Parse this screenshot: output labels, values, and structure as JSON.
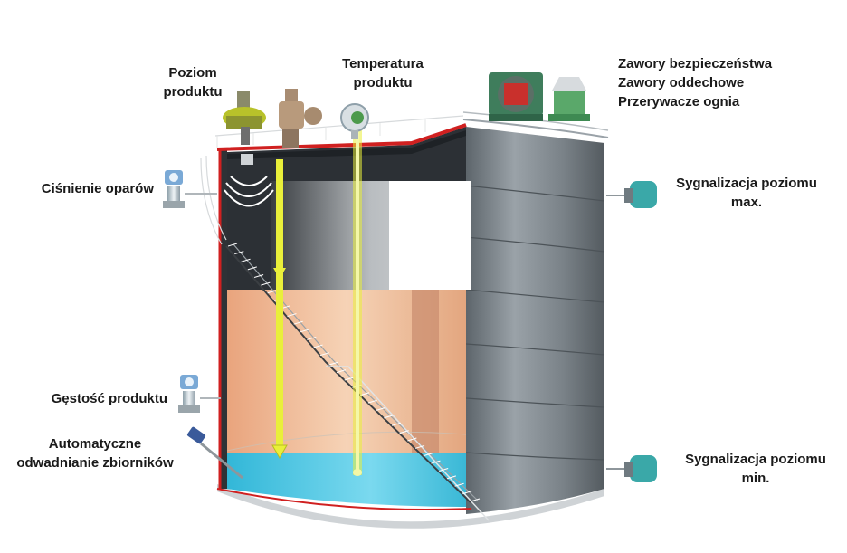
{
  "labels": {
    "level_l1": "Poziom",
    "level_l2": "produktu",
    "temp_l1": "Temperatura",
    "temp_l2": "produktu",
    "valves_l1": "Zawory bezpieczeństwa",
    "valves_l2": "Zawory oddechowe",
    "valves_l3": "Przerywacze ognia",
    "vapor_pressure": "Ciśnienie oparów",
    "max_l1": "Sygnalizacja poziomu",
    "max_l2": "max.",
    "density": "Gęstość produktu",
    "drain_l1": "Automatyczne",
    "drain_l2": "odwadnianie zbiorników",
    "min_l1": "Sygnalizacja poziomu",
    "min_l2": "min."
  },
  "colors": {
    "tank_shell": "#6f777d",
    "tank_shell_light": "#9aa1a6",
    "roof_edge": "#d02020",
    "product": "#f2c3a1",
    "water": "#4fc8e4",
    "vapor_space": "#2c3035",
    "level_beam": "#e9ef3a"
  },
  "icons": [
    "radar-gauge-icon",
    "servo-gauge-icon",
    "temperature-transmitter-icon",
    "safety-valve-icon",
    "breather-valve-icon",
    "pressure-transmitter-icon",
    "level-switch-icon",
    "density-transmitter-icon",
    "water-drain-probe-icon"
  ]
}
